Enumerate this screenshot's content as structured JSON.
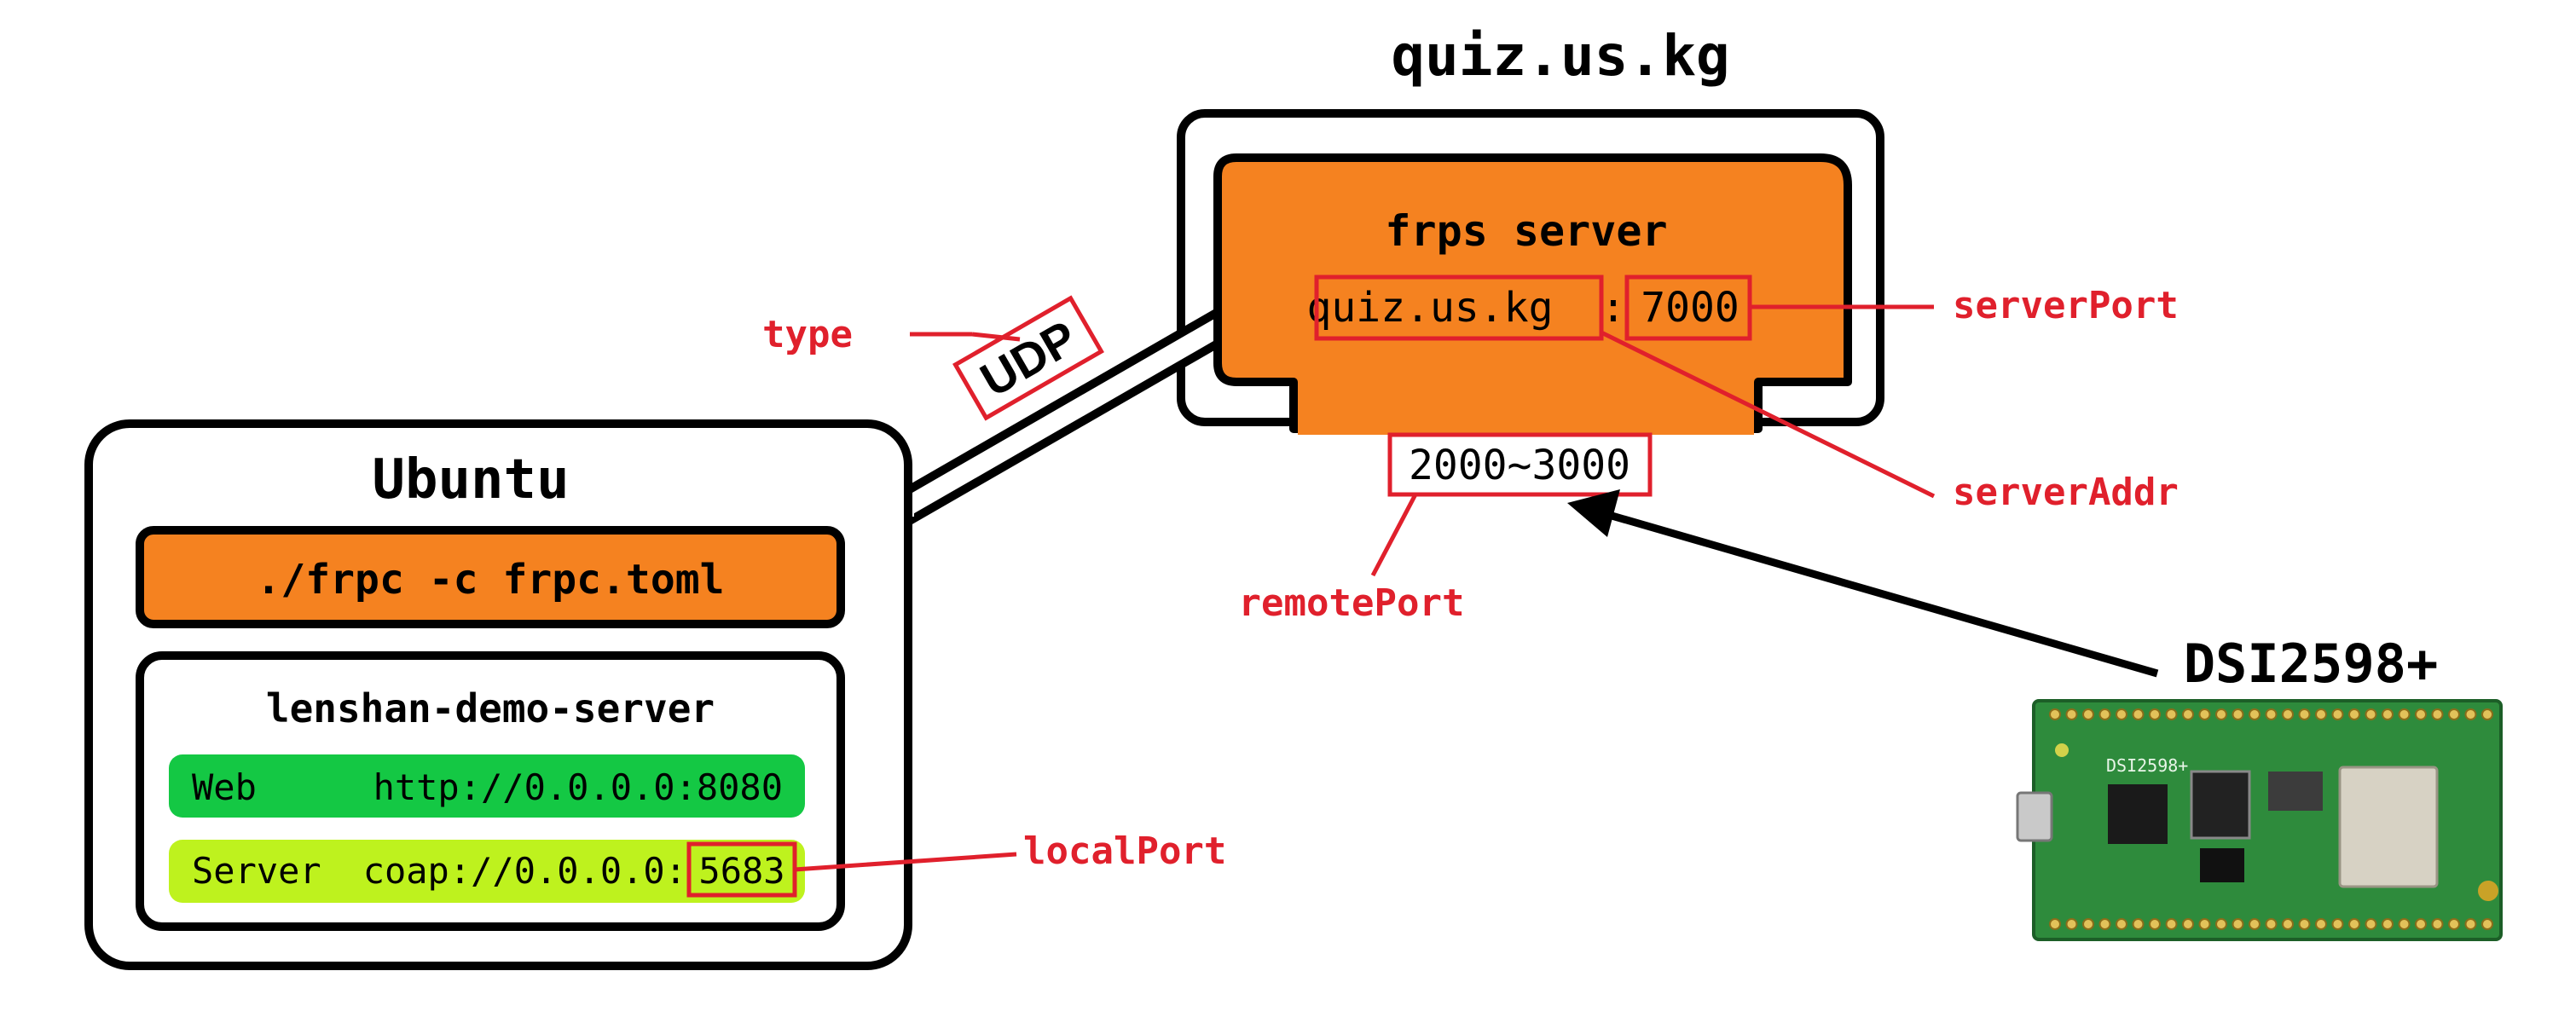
{
  "server_host": {
    "title": "quiz.us.kg",
    "frps_title": "frps server",
    "addr_host": "quiz.us.kg",
    "addr_sep": ":",
    "addr_port": "7000",
    "remote_port_range": "2000~3000"
  },
  "ubuntu": {
    "title": "Ubuntu",
    "command": "./frpc -c frpc.toml",
    "app_title": "lenshan-demo-server",
    "web_row": {
      "name": "Web",
      "url": "http://0.0.0.0:8080"
    },
    "server_row": {
      "name": "Server",
      "url_prefix": "coap://0.0.0.0:",
      "port": "5683"
    }
  },
  "link": {
    "protocol": "UDP"
  },
  "labels": {
    "type": "type",
    "server_port": "serverPort",
    "server_addr": "serverAddr",
    "remote_port": "remotePort",
    "local_port": "localPort"
  },
  "device": {
    "name": "DSI2598+",
    "board_text": "DSI2598+"
  },
  "colors": {
    "orange": "#F58220",
    "annotation_red": "#E0202C",
    "web_green": "#14C844",
    "server_lime": "#BEF21E",
    "pcb_green": "#2E8B3C",
    "outline": "#000000"
  }
}
